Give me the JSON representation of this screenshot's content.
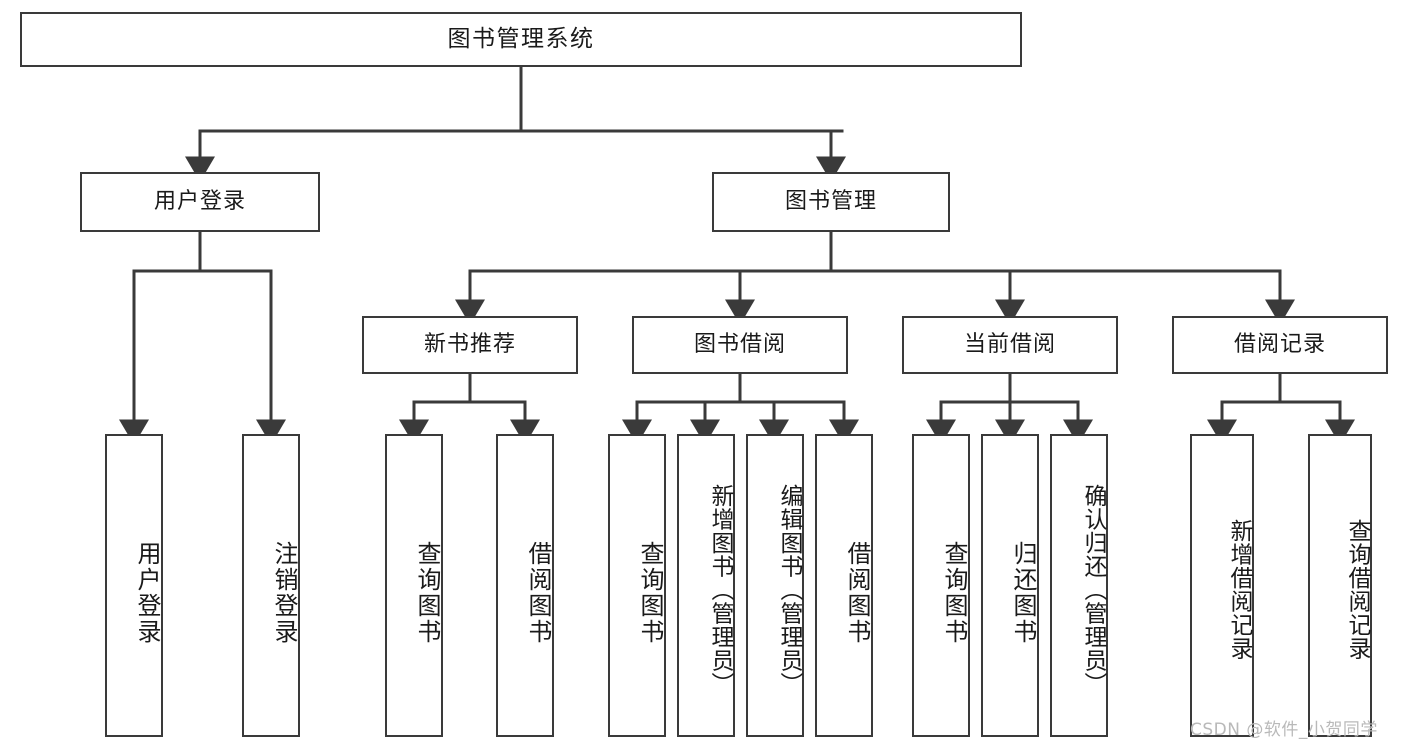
{
  "diagram": {
    "title": "图书管理系统",
    "type": "tree-hierarchy-diagram",
    "colors": {
      "box_border": "#3a3a3a",
      "box_fill": "#ffffff",
      "connector": "#3a3a3a",
      "text": "#1a1a1a",
      "watermark": "#b9b9b9",
      "background": "#ffffff"
    },
    "root": {
      "id": "root",
      "label": "图书管理系统"
    },
    "level2": [
      {
        "id": "user-login",
        "label": "用户登录"
      },
      {
        "id": "book-management",
        "label": "图书管理"
      }
    ],
    "level3": [
      {
        "id": "new-book-recommend",
        "label": "新书推荐",
        "parent": "book-management"
      },
      {
        "id": "book-borrow",
        "label": "图书借阅",
        "parent": "book-management"
      },
      {
        "id": "current-borrow",
        "label": "当前借阅",
        "parent": "book-management"
      },
      {
        "id": "borrow-record",
        "label": "借阅记录",
        "parent": "book-management"
      }
    ],
    "leaves": {
      "user_login": [
        {
          "id": "leaf-user-login",
          "label": "用户登录"
        },
        {
          "id": "leaf-logout",
          "label": "注销登录"
        }
      ],
      "new_book_recommend": [
        {
          "id": "leaf-query-book-1",
          "label": "查询图书"
        },
        {
          "id": "leaf-borrow-book-1",
          "label": "借阅图书"
        }
      ],
      "book_borrow": [
        {
          "id": "leaf-query-book-2",
          "label": "查询图书"
        },
        {
          "id": "leaf-add-book",
          "label": "新增图书（管理员）"
        },
        {
          "id": "leaf-edit-book",
          "label": "编辑图书（管理员）"
        },
        {
          "id": "leaf-borrow-book-2",
          "label": "借阅图书"
        }
      ],
      "current_borrow": [
        {
          "id": "leaf-query-book-3",
          "label": "查询图书"
        },
        {
          "id": "leaf-return-book",
          "label": "归还图书"
        },
        {
          "id": "leaf-confirm-return",
          "label": "确认归还（管理员）"
        }
      ],
      "borrow_record": [
        {
          "id": "leaf-add-record",
          "label": "新增借阅记录"
        },
        {
          "id": "leaf-query-record",
          "label": "查询借阅记录"
        }
      ]
    },
    "watermark": "CSDN @软件_小贺同学"
  }
}
